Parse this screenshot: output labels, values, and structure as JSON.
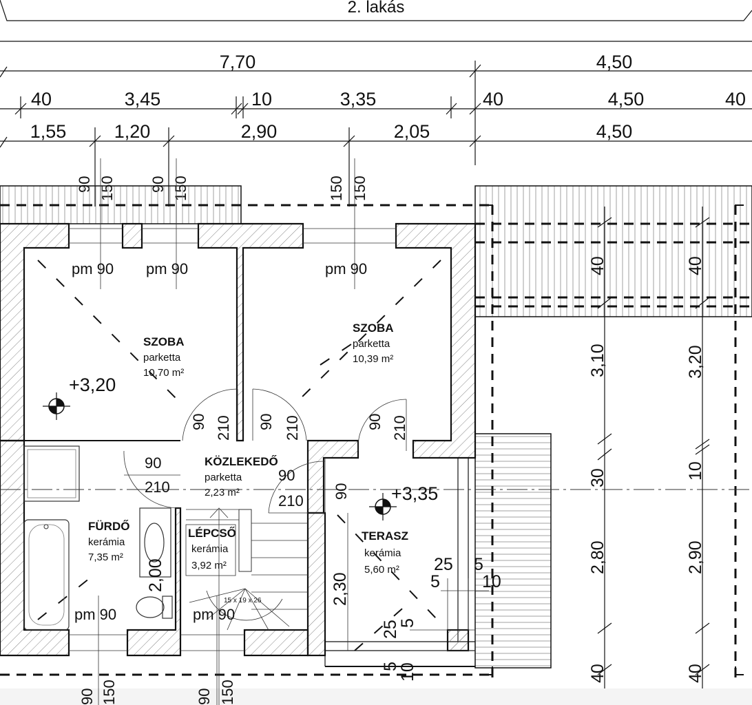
{
  "header": {
    "title": "2. lakás"
  },
  "dims_top": {
    "row1": [
      "7,70",
      "4,50"
    ],
    "row2": [
      "40",
      "3,45",
      "10",
      "3,35",
      "40",
      "4,50",
      "40"
    ],
    "row3": [
      "1,55",
      "1,20",
      "2,90",
      "2,05",
      "4,50"
    ],
    "openings_top": [
      "90",
      "150",
      "90",
      "150",
      "150",
      "150"
    ],
    "openings_bottom": [
      "90",
      "150",
      "90",
      "150"
    ]
  },
  "dims_right": {
    "col1": [
      "40",
      "3,10",
      "30",
      "2,80",
      "40"
    ],
    "col2": [
      "40",
      "3,20",
      "10",
      "2,90",
      "40"
    ]
  },
  "rooms": {
    "szoba1": {
      "name": "SZOBA",
      "floor": "parketta",
      "area": "10,70 m²"
    },
    "szoba2": {
      "name": "SZOBA",
      "floor": "parketta",
      "area": "10,39 m²"
    },
    "kozlekedo": {
      "name": "KÖZLEKEDŐ",
      "floor": "parketta",
      "area": "2,23 m²"
    },
    "furdo": {
      "name": "FÜRDŐ",
      "floor": "kerámia",
      "area": "7,35 m²"
    },
    "lepcso": {
      "name": "LÉPCSŐ",
      "floor": "kerámia",
      "area": "3,92 m²"
    },
    "terasz": {
      "name": "TERASZ",
      "floor": "kerámia",
      "area": "5,60 m²"
    }
  },
  "levels": {
    "upper": "+3,20",
    "terrace": "+3,35"
  },
  "parapets": [
    "pm 90",
    "pm 90",
    "pm 90",
    "pm 90",
    "pm 90"
  ],
  "doors": {
    "d1": [
      "90",
      "210"
    ],
    "d2": [
      "90",
      "210"
    ],
    "d3": [
      "90",
      "210"
    ],
    "d4": [
      "90",
      "210"
    ],
    "d5": [
      "90",
      "210"
    ],
    "d6": [
      "90"
    ]
  },
  "misc": {
    "bath_width": "2,00",
    "terrace_depth": "2,30",
    "stair_label": "15 x 19 x 26",
    "col_dims": [
      "25",
      "5",
      "5",
      "10",
      "25",
      "5",
      "5",
      "10"
    ]
  }
}
